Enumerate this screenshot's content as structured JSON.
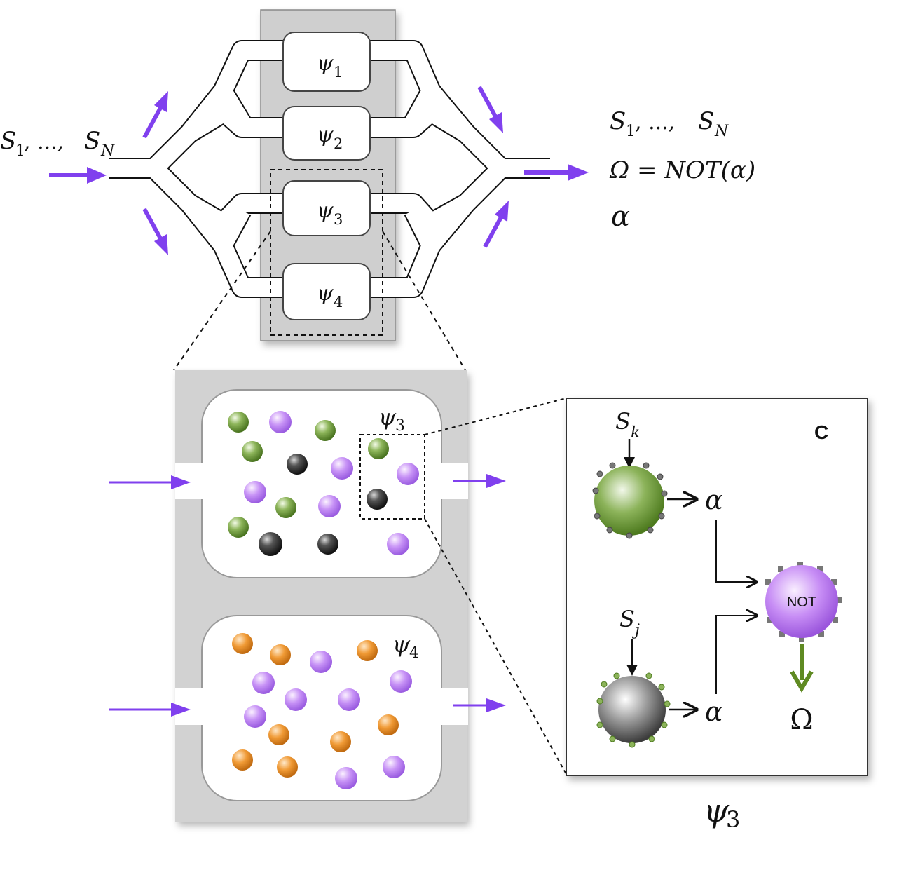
{
  "colors": {
    "arrow": "#8040ee",
    "chamber_gray": "#c8c8c8",
    "panel_gray": "#d2d2d2",
    "green": "#6e9a3a",
    "violet": "#c08cf4",
    "black": "#3a3a3a",
    "orange": "#e48a20",
    "output_arrow": "#5f8a22"
  },
  "chip": {
    "input_label": "S1, ..., SN",
    "input_main": "S",
    "input_sub_1": "1",
    "input_sep": ", ..., ",
    "input_sub_n": "N",
    "chambers": [
      {
        "main": "ψ",
        "sub": "1"
      },
      {
        "main": "ψ",
        "sub": "2"
      },
      {
        "main": "ψ",
        "sub": "3"
      },
      {
        "main": "ψ",
        "sub": "4"
      }
    ],
    "outputs": {
      "line1_main": "S",
      "line1_sub_1": "1",
      "line1_sep": ", ..., ",
      "line1_sub_n": "N",
      "line2": "Ω = NOT(α)",
      "line3": "α"
    }
  },
  "zoom_panel": {
    "chamber_top": {
      "main": "ψ",
      "sub": "3"
    },
    "chamber_bottom": {
      "main": "ψ",
      "sub": "4"
    }
  },
  "circuit_panel": {
    "corner_label": "C",
    "input_top": {
      "main": "S",
      "sub": "k"
    },
    "input_bottom": {
      "main": "S",
      "sub": "j"
    },
    "signal_top": "α",
    "signal_bottom": "α",
    "gate_label": "NOT",
    "output": "Ω",
    "caption": {
      "main": "ψ",
      "sub": "3"
    }
  }
}
